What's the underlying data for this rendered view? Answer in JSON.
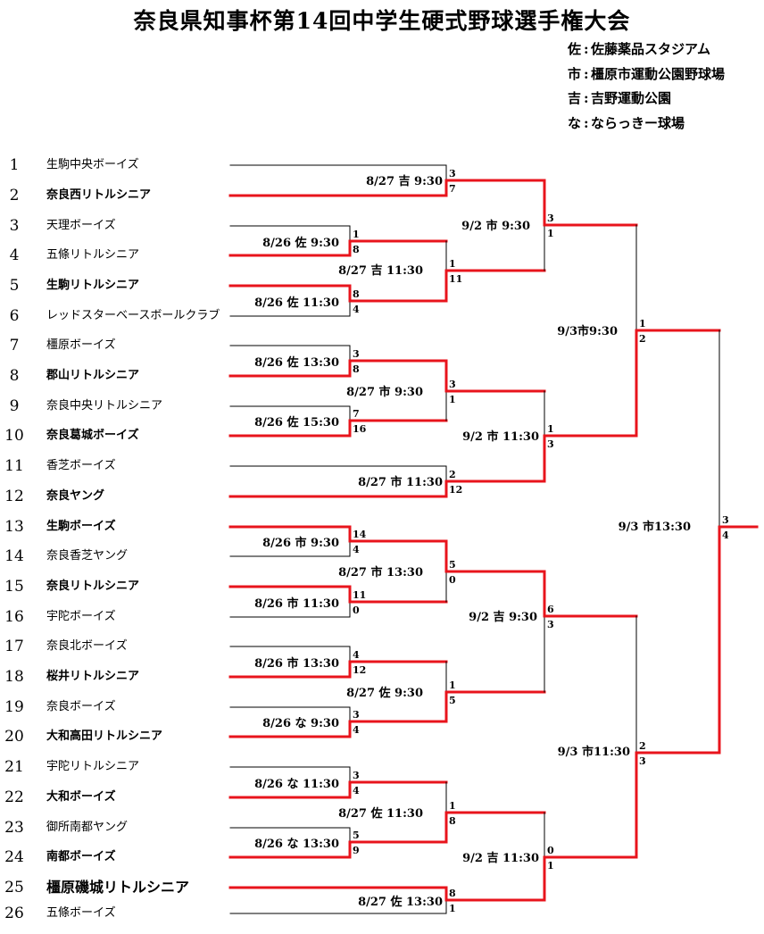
{
  "title": "奈良県知事杯第14回中学生硬式野球選手権大会",
  "legend": [
    {
      "abbr": "佐",
      "venue": "佐藤薬品スタジアム"
    },
    {
      "abbr": "市",
      "venue": "橿原市運動公園野球場"
    },
    {
      "abbr": "吉",
      "venue": "吉野運動公園"
    },
    {
      "abbr": "な",
      "venue": "ならっきー球場"
    }
  ],
  "colors": {
    "winner_line": "#e8141c",
    "loser_line": "#000000"
  },
  "teams": [
    {
      "num": "1",
      "name": "生駒中央ボーイズ"
    },
    {
      "num": "2",
      "name": "奈良西リトルシニア"
    },
    {
      "num": "3",
      "name": "天理ボーイズ"
    },
    {
      "num": "4",
      "name": "五條リトルシニア"
    },
    {
      "num": "5",
      "name": "生駒リトルシニア"
    },
    {
      "num": "6",
      "name": "レッドスターベースボールクラブ"
    },
    {
      "num": "7",
      "name": "橿原ボーイズ"
    },
    {
      "num": "8",
      "name": "郡山リトルシニア"
    },
    {
      "num": "9",
      "name": "奈良中央リトルシニア"
    },
    {
      "num": "10",
      "name": "奈良葛城ボーイズ"
    },
    {
      "num": "11",
      "name": "香芝ボーイズ"
    },
    {
      "num": "12",
      "name": "奈良ヤング"
    },
    {
      "num": "13",
      "name": "生駒ボーイズ"
    },
    {
      "num": "14",
      "name": "奈良香芝ヤング"
    },
    {
      "num": "15",
      "name": "奈良リトルシニア"
    },
    {
      "num": "16",
      "name": "宇陀ボーイズ"
    },
    {
      "num": "17",
      "name": "奈良北ボーイズ"
    },
    {
      "num": "18",
      "name": "桜井リトルシニア"
    },
    {
      "num": "19",
      "name": "奈良ボーイズ"
    },
    {
      "num": "20",
      "name": "大和高田リトルシニア"
    },
    {
      "num": "21",
      "name": "宇陀リトルシニア"
    },
    {
      "num": "22",
      "name": "大和ボーイズ"
    },
    {
      "num": "23",
      "name": "御所南都ヤング"
    },
    {
      "num": "24",
      "name": "南都ボーイズ"
    },
    {
      "num": "25",
      "name": "橿原磯城リトルシニア"
    },
    {
      "num": "26",
      "name": "五條ボーイズ"
    }
  ],
  "matches": [
    {
      "id": "r0a",
      "label": "8/26 佐 9:30",
      "scores": [
        "1",
        "8"
      ]
    },
    {
      "id": "r0b",
      "label": "8/26 佐 11:30",
      "scores": [
        "8",
        "4"
      ]
    },
    {
      "id": "r0c",
      "label": "8/26 佐 13:30",
      "scores": [
        "3",
        "8"
      ]
    },
    {
      "id": "r0d",
      "label": "8/26 佐 15:30",
      "scores": [
        "7",
        "16"
      ]
    },
    {
      "id": "r0e",
      "label": "8/26 市 9:30",
      "scores": [
        "14",
        "4"
      ]
    },
    {
      "id": "r0f",
      "label": "8/26 市 11:30",
      "scores": [
        "11",
        "0"
      ]
    },
    {
      "id": "r0g",
      "label": "8/26 市 13:30",
      "scores": [
        "4",
        "12"
      ]
    },
    {
      "id": "r0h",
      "label": "8/26 な 9:30",
      "scores": [
        "3",
        "4"
      ]
    },
    {
      "id": "r0i",
      "label": "8/26 な 11:30",
      "scores": [
        "3",
        "4"
      ]
    },
    {
      "id": "r0j",
      "label": "8/26 な 13:30",
      "scores": [
        "5",
        "9"
      ]
    },
    {
      "id": "r1a",
      "label": "8/27 吉 9:30",
      "scores": [
        "3",
        "7"
      ]
    },
    {
      "id": "r1b",
      "label": "8/27 吉 11:30",
      "scores": [
        "1",
        "11"
      ]
    },
    {
      "id": "r1c",
      "label": "8/27 市 9:30",
      "scores": [
        "3",
        "1"
      ]
    },
    {
      "id": "r1d",
      "label": "8/27 市 11:30",
      "scores": [
        "2",
        "12"
      ]
    },
    {
      "id": "r1e",
      "label": "8/27 市 13:30",
      "scores": [
        "5",
        "0"
      ]
    },
    {
      "id": "r1f",
      "label": "8/27 佐 9:30",
      "scores": [
        "1",
        "5"
      ]
    },
    {
      "id": "r1g",
      "label": "8/27 佐 11:30",
      "scores": [
        "1",
        "8"
      ]
    },
    {
      "id": "r1h",
      "label": "8/27 佐 13:30",
      "scores": [
        "8",
        "1"
      ]
    },
    {
      "id": "r2a",
      "label": "9/2 市 9:30",
      "scores": [
        "3",
        "1"
      ]
    },
    {
      "id": "r2b",
      "label": "9/2 市 11:30",
      "scores": [
        "1",
        "3"
      ]
    },
    {
      "id": "r2c",
      "label": "9/2 吉 9:30",
      "scores": [
        "6",
        "3"
      ]
    },
    {
      "id": "r2d",
      "label": "9/2 吉 11:30",
      "scores": [
        "0",
        "1"
      ]
    },
    {
      "id": "r3a",
      "label": "9/3市9:30",
      "scores": [
        "1",
        "2"
      ]
    },
    {
      "id": "r3b",
      "label": "9/3 市11:30",
      "scores": [
        "2",
        "3"
      ]
    },
    {
      "id": "fin",
      "label": "9/3 市13:30",
      "scores": [
        "3",
        "4"
      ]
    }
  ]
}
